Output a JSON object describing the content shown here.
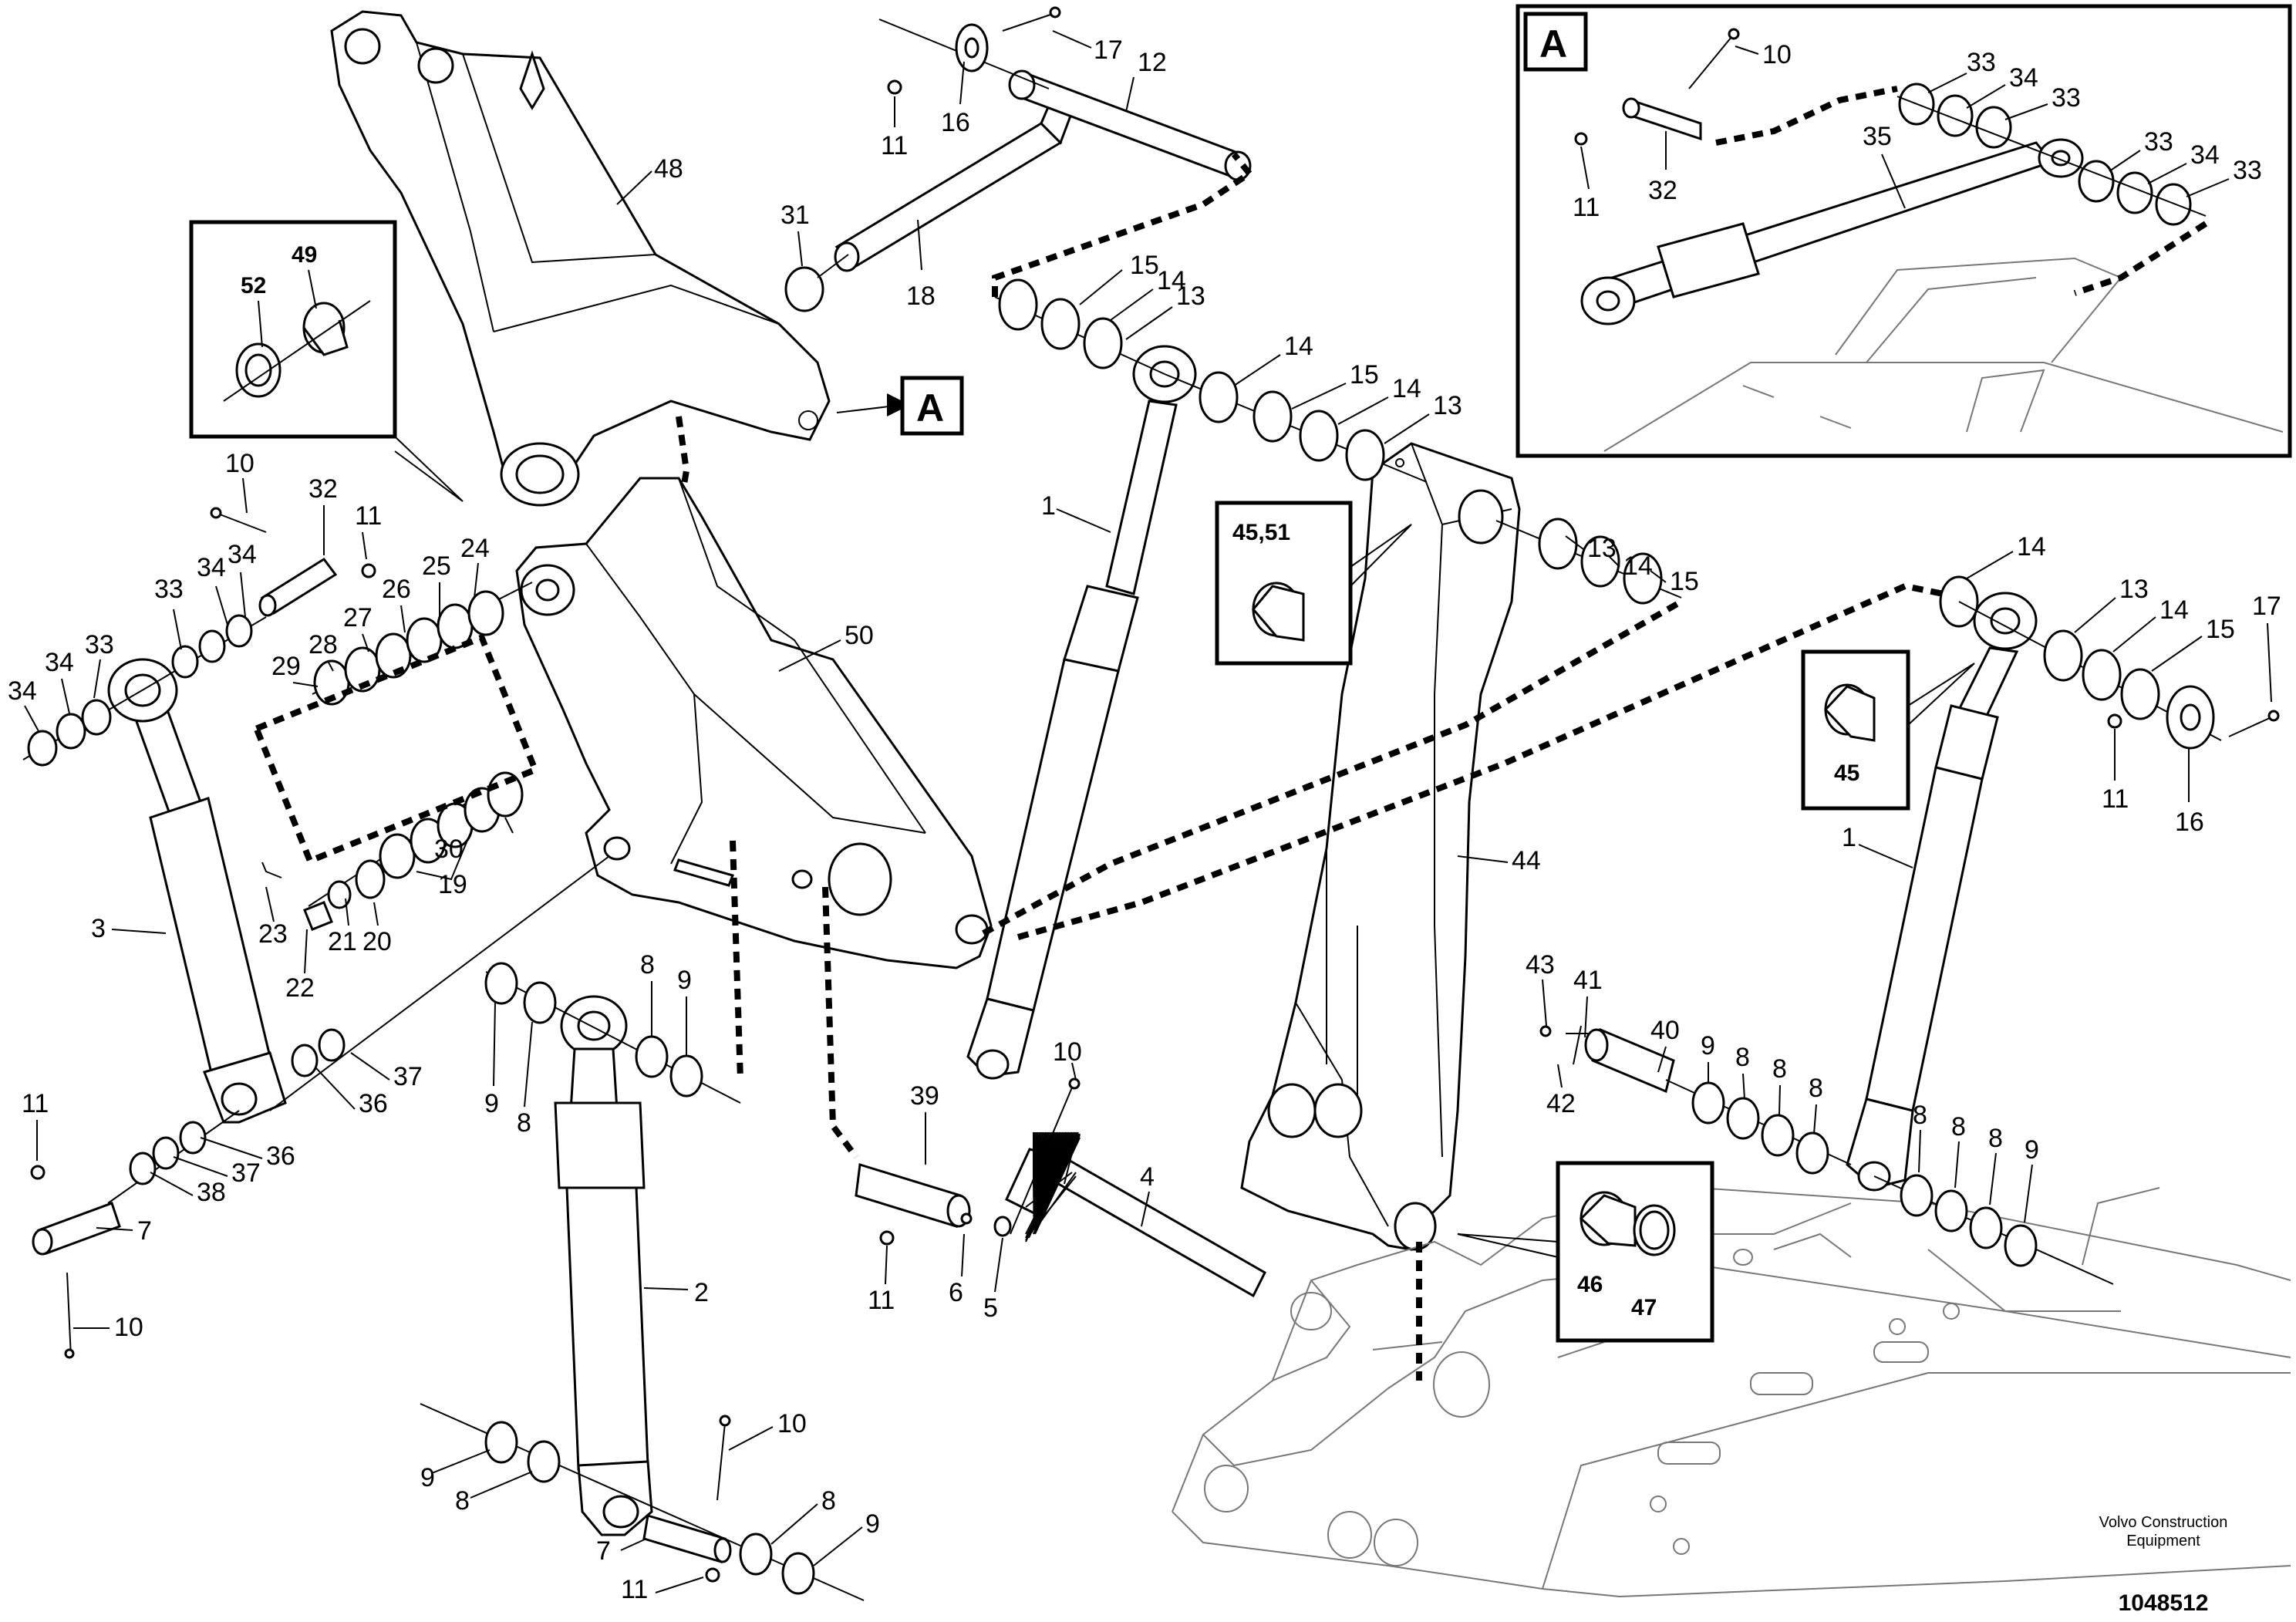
{
  "detail_marker": "A",
  "publisher": "Volvo Construction Equipment",
  "drawing_number": "1048512",
  "callouts": [
    "1",
    "2",
    "3",
    "4",
    "5",
    "6",
    "7",
    "8",
    "9",
    "10",
    "11",
    "12",
    "13",
    "14",
    "15",
    "16",
    "17",
    "18",
    "19",
    "20",
    "21",
    "22",
    "23",
    "24",
    "25",
    "26",
    "27",
    "28",
    "29",
    "30",
    "31",
    "32",
    "33",
    "34",
    "35",
    "36",
    "37",
    "38",
    "39",
    "40",
    "41",
    "42",
    "43",
    "44",
    "45",
    "45,51",
    "46",
    "47",
    "48",
    "49",
    "50",
    "52"
  ]
}
